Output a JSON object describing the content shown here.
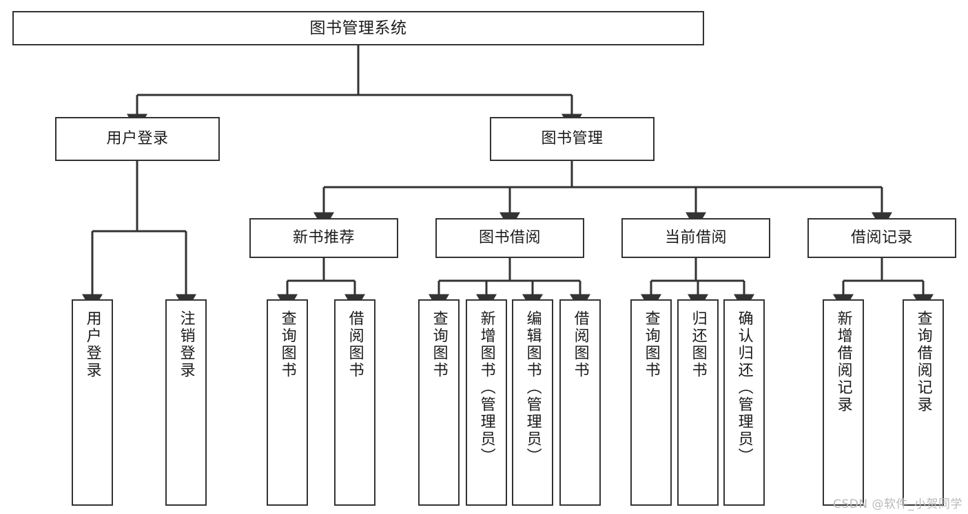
{
  "diagram": {
    "title": "图书管理系统",
    "type": "tree",
    "watermark": "CSDN @软件_小贺同学",
    "colors": {
      "border": "#333333",
      "fill": "#ffffff",
      "text": "#1b1b1b",
      "edge": "#333333",
      "watermark": "#b9b9b9"
    }
  },
  "nodes": {
    "root": {
      "label": "图书管理系统"
    },
    "level1": [
      {
        "id": "user-login",
        "label": "用户登录"
      },
      {
        "id": "book-management",
        "label": "图书管理"
      }
    ],
    "level2": [
      {
        "id": "new-book-recommend",
        "label": "新书推荐"
      },
      {
        "id": "book-borrow",
        "label": "图书借阅"
      },
      {
        "id": "current-borrow",
        "label": "当前借阅"
      },
      {
        "id": "borrow-record",
        "label": "借阅记录"
      }
    ],
    "leaves": {
      "user_login": [
        {
          "id": "leaf-user-login",
          "label": "用户登录"
        },
        {
          "id": "leaf-logout-login",
          "label": "注销登录"
        }
      ],
      "new_book_recommend": [
        {
          "id": "leaf-query-book-1",
          "label": "查询图书"
        },
        {
          "id": "leaf-borrow-book-1",
          "label": "借阅图书"
        }
      ],
      "book_borrow": [
        {
          "id": "leaf-query-book-2",
          "label": "查询图书"
        },
        {
          "id": "leaf-add-book",
          "label": "新增图书（管理员）"
        },
        {
          "id": "leaf-edit-book",
          "label": "编辑图书（管理员）"
        },
        {
          "id": "leaf-borrow-book-2",
          "label": "借阅图书"
        }
      ],
      "current_borrow": [
        {
          "id": "leaf-query-book-3",
          "label": "查询图书"
        },
        {
          "id": "leaf-return-book",
          "label": "归还图书"
        },
        {
          "id": "leaf-confirm-return",
          "label": "确认归还（管理员）"
        }
      ],
      "borrow_record": [
        {
          "id": "leaf-add-record",
          "label": "新增借阅记录"
        },
        {
          "id": "leaf-query-record",
          "label": "查询借阅记录"
        }
      ]
    }
  }
}
